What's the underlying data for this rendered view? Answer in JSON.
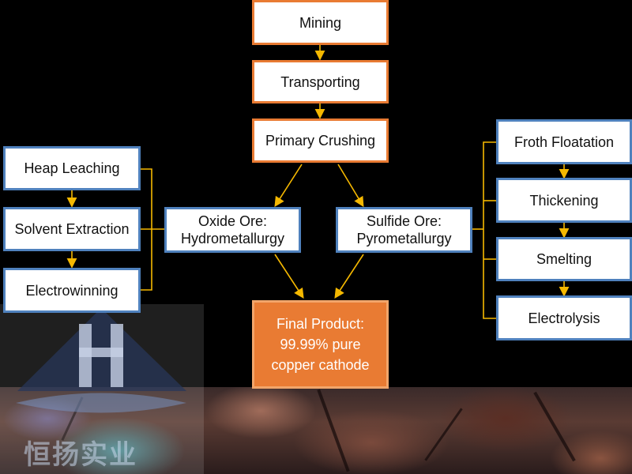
{
  "steps": {
    "mining": "Mining",
    "transporting": "Transporting",
    "primary_crushing": "Primary Crushing"
  },
  "oxide": {
    "line1": "Oxide Ore:",
    "line2": "Hydrometallurgy"
  },
  "sulfide": {
    "line1": "Sulfide Ore:",
    "line2": "Pyrometallurgy"
  },
  "hydro_steps": [
    "Heap Leaching",
    "Solvent Extraction",
    "Electrowinning"
  ],
  "pyro_steps": [
    "Froth Floatation",
    "Thickening",
    "Smelting",
    "Electrolysis"
  ],
  "final": {
    "line1": "Final Product:",
    "line2": "99.99% pure",
    "line3": "copper cathode"
  },
  "logo": {
    "text": "恒扬实业"
  },
  "colors": {
    "orange": "#e97b33",
    "blue": "#4f81bd",
    "arrow": "#f5b800",
    "background": "#000000"
  }
}
